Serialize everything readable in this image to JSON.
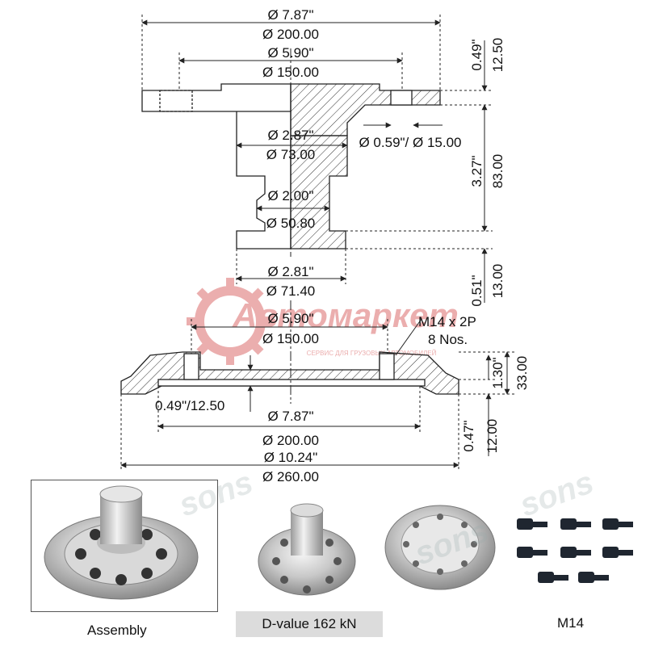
{
  "dimensions": {
    "top_od_in": "Ø 7.87\"",
    "top_od_mm": "Ø 200.00",
    "top_pcd_in": "Ø 5.90\"",
    "top_pcd_mm": "Ø 150.00",
    "flange_thk_in": "0.49\"",
    "flange_thk_mm": "12.50",
    "hole_dia": "Ø 0.59\"/ Ø 15.00",
    "pin_upper_in": "Ø 2.87\"",
    "pin_upper_mm": "Ø 73.00",
    "pin_len_in": "3.27\"",
    "pin_len_mm": "83.00",
    "pin_neck_in": "Ø 2.00\"",
    "pin_neck_mm": "Ø 50.80",
    "pin_lower_in": "Ø 2.81\"",
    "pin_lower_mm": "Ø 71.40",
    "collar_in": "0.51\"",
    "collar_mm": "13.00",
    "bot_pcd_in": "Ø 5.90\"",
    "bot_pcd_mm": "Ø 150.00",
    "thread_1": "M14 x 2P",
    "thread_2": "8 Nos.",
    "bot_height_in": "1.30\"",
    "bot_height_mm": "33.00",
    "bot_step": "0.49\"/12.50",
    "bot_inner_in": "Ø 7.87\"",
    "bot_inner_mm": "Ø 200.00",
    "bot_thk_in": "0.47\"",
    "bot_thk_mm": "12.00",
    "bot_od_in": "Ø 10.24\"",
    "bot_od_mm": "Ø 260.00"
  },
  "watermark": {
    "brand": "Автомаркет",
    "tagline": "СЕРВИС ДЛЯ ГРУЗОВЫХ АВТОМОБИЛЕЙ",
    "logo_mark": "sons"
  },
  "captions": {
    "assembly": "Assembly",
    "dvalue": "D-value 162 kN",
    "bolts": "M14"
  },
  "colors": {
    "line": "#222222",
    "watermark": "#e8a0a0",
    "hatch": "#333333"
  }
}
